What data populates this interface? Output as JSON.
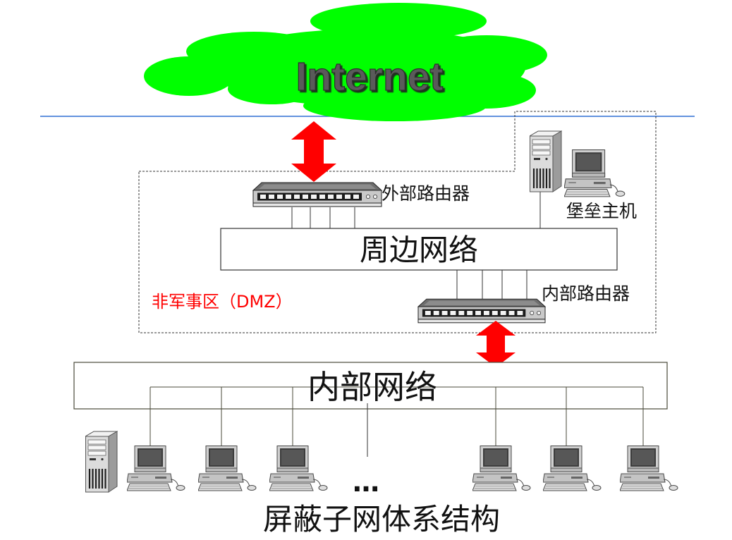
{
  "title": "屏蔽子网体系结构",
  "internet": {
    "label": "Internet"
  },
  "dmz": {
    "label": "非军事区（DMZ）"
  },
  "external_router": {
    "label": "外部路由器"
  },
  "bastion_host": {
    "label": "堡垒主机"
  },
  "perimeter_network": {
    "label": "周边网络"
  },
  "internal_router": {
    "label": "内部路由器"
  },
  "internal_network": {
    "label": "内部网络",
    "more_hosts": "…"
  },
  "icons": {
    "internet": "cloud-icon",
    "router": "router-icon",
    "bastion_host": "server-icon",
    "workstation": "computer-icon",
    "internal_server": "server-icon"
  },
  "colors": {
    "cloud": "#00ff00",
    "link_arrow": "#ff0000",
    "dmz_label": "#ff0000",
    "boundary_line": "#2f6fd4",
    "internet_text": "#5a5a5a"
  }
}
